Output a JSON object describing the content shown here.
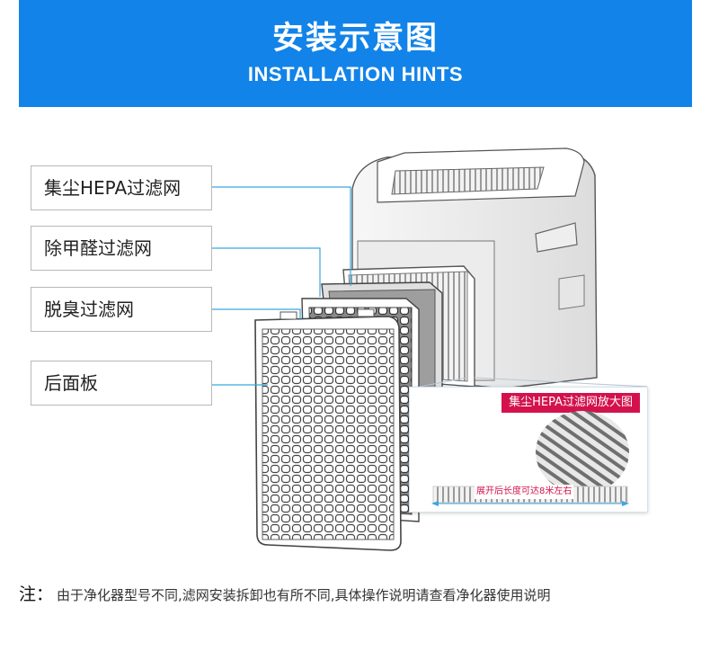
{
  "header": {
    "title": "安装示意图",
    "subtitle": "INSTALLATION HINTS"
  },
  "labels": [
    {
      "text": "集尘HEPA过滤网"
    },
    {
      "text": "除甲醛过滤网"
    },
    {
      "text": "脱臭过滤网"
    },
    {
      "text": "后面板"
    }
  ],
  "zoom": {
    "tag": "集尘HEPA过滤网放大图",
    "caption": "展开后长度可达8米左右"
  },
  "note": {
    "prefix": "注：",
    "text": "由于净化器型号不同,滤网安装拆卸也有所不同,具体操作说明请查看净化器使用说明"
  },
  "colors": {
    "header_bg": "#1283e8",
    "leader_line": "#3aa7e0",
    "zoom_tag_bg": "#d3124d"
  },
  "icons": [
    "air-purifier-illustration",
    "filter-panel-illustration",
    "hepa-pleat-closeup"
  ]
}
